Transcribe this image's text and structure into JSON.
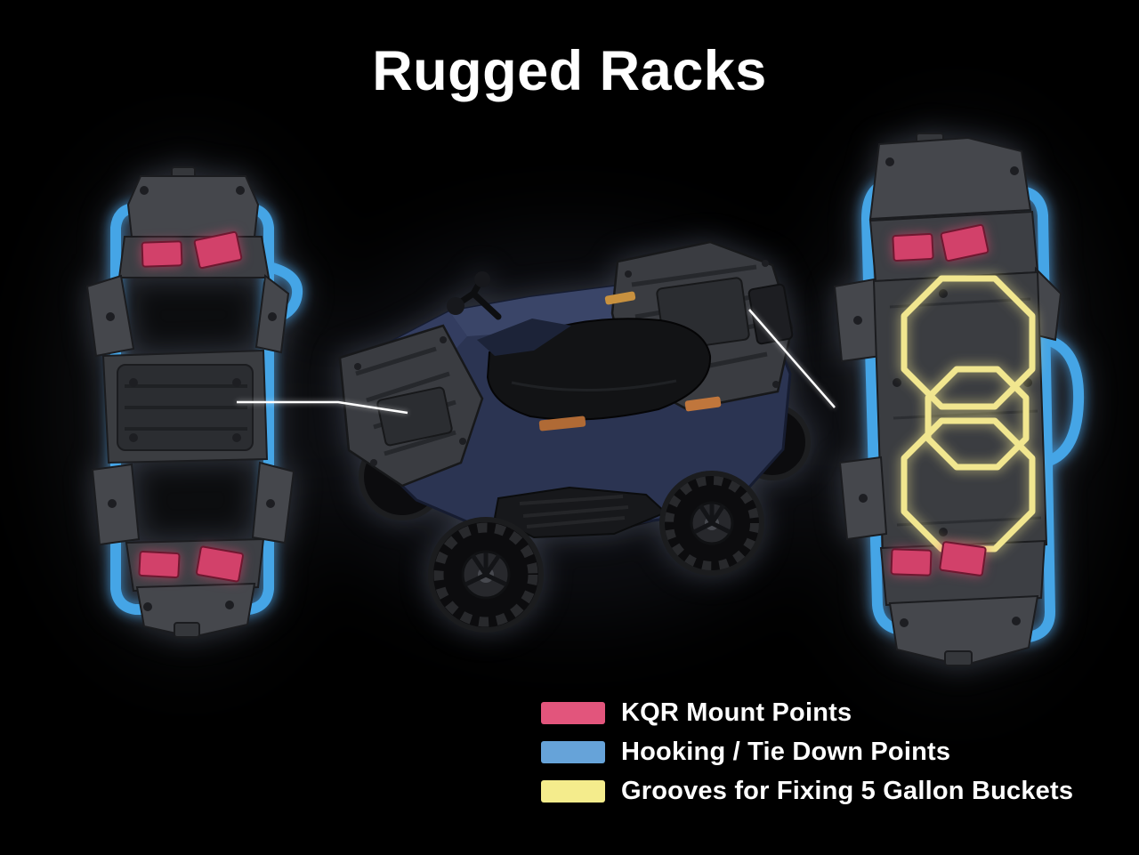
{
  "title": "Rugged Racks",
  "legend": {
    "items": [
      {
        "label": "KQR Mount Points",
        "color": "#e2557c"
      },
      {
        "label": "Hooking / Tie Down Points",
        "color": "#66a3d9"
      },
      {
        "label": "Grooves for Fixing 5 Gallon Buckets",
        "color": "#f4ec8c"
      }
    ]
  },
  "colors": {
    "background": "#000000",
    "title_text": "#ffffff",
    "kqr_mount_pink": "#d2416a",
    "tie_down_blue": "#45a5e6",
    "groove_yellow": "#f1e68f",
    "callout_line": "#ffffff"
  }
}
